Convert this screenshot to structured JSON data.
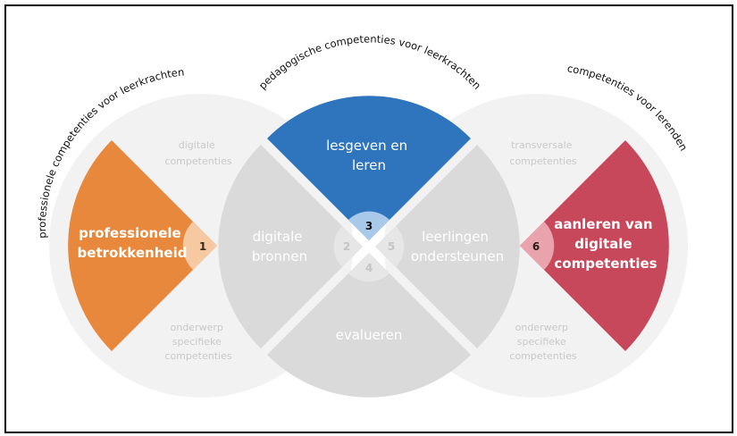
{
  "arc_labels": {
    "left": "professionele competenties voor leerkrachten",
    "center": "pedagogische competenties voor leerkrachten",
    "right": "competenties voor lerenden"
  },
  "left_circle": {
    "top_text": [
      "digitale",
      "competenties"
    ],
    "bottom_text": [
      "onderwerp",
      "specifieke",
      "competenties"
    ],
    "sector_label": [
      "professionele",
      "betrokkenheid"
    ],
    "sector_number": "1"
  },
  "center_circle": {
    "top_sector": {
      "label": [
        "lesgeven en",
        "leren"
      ],
      "number": "3"
    },
    "left_sector": {
      "label": [
        "digitale",
        "bronnen"
      ],
      "number": "2"
    },
    "right_sector": {
      "label": [
        "leerlingen",
        "ondersteunen"
      ],
      "number": "5"
    },
    "bottom_sector": {
      "label": [
        "evalueren"
      ],
      "number": "4"
    }
  },
  "right_circle": {
    "top_text": [
      "transversale",
      "competenties"
    ],
    "bottom_text": [
      "onderwerp",
      "specifieke",
      "competenties"
    ],
    "sector_label": [
      "aanleren van",
      "digitale",
      "competenties"
    ],
    "sector_number": "6"
  },
  "colors": {
    "orange": "#E8883C",
    "blue": "#2F75BD",
    "red": "#C7485A",
    "gray_sector": "#DADADA",
    "pale_circle": "#F2F2F2",
    "faint_text": "#C9C9C9"
  }
}
